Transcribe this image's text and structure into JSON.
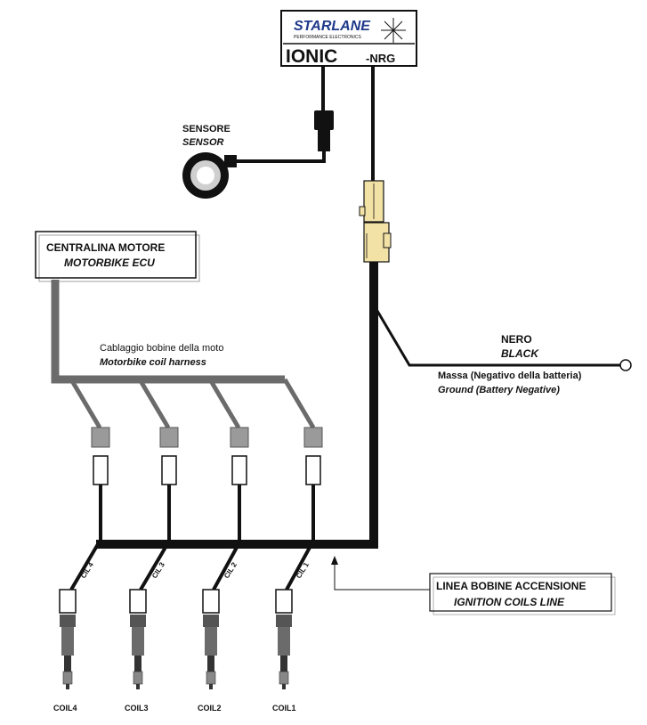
{
  "brand": {
    "logo": "STARLANE",
    "tagline": "PERFORMANCE ELECTRONICS",
    "product_main": "IONIC",
    "product_suffix": "-NRG"
  },
  "sensor": {
    "label_it": "SENSORE",
    "label_en": "SENSOR"
  },
  "ecu": {
    "label_it": "CENTRALINA MOTORE",
    "label_en": "MOTORBIKE ECU"
  },
  "harness": {
    "label_it": "Cablaggio bobine della moto",
    "label_en": "Motorbike coil harness"
  },
  "ground": {
    "color_it": "NERO",
    "color_en": "BLACK",
    "label_it": "Massa (Negativo della batteria)",
    "label_en": "Ground (Battery Negative)"
  },
  "coil_line": {
    "label_it": "LINEA BOBINE ACCENSIONE",
    "label_en": "IGNITION COILS LINE"
  },
  "coils": [
    {
      "wire_label": "CIL 4",
      "plug_label": "COIL4"
    },
    {
      "wire_label": "CIL 3",
      "plug_label": "COIL3"
    },
    {
      "wire_label": "CIL 2",
      "plug_label": "COIL2"
    },
    {
      "wire_label": "CIL 1",
      "plug_label": "COIL1"
    }
  ],
  "colors": {
    "wire": "#111111",
    "harness_grey": "#6b6b6b",
    "connector_tan": "#f2e2a6",
    "connector_grey": "#9a9a9a",
    "logo_blue": "#1f3a8a"
  }
}
